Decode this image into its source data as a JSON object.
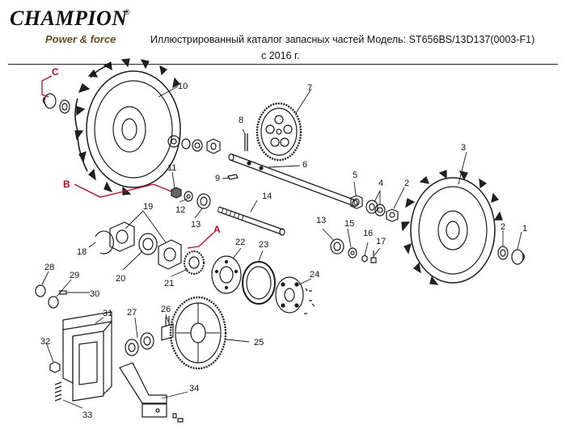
{
  "header": {
    "brand": "CHAMPION",
    "registered_mark": "®",
    "tagline": "Power & force",
    "title": "Иллюстрированный каталог запасных частей Модель: ST656BS/13D137(0003-F1)",
    "subtitle": "с 2016 г."
  },
  "callouts": {
    "a": "A",
    "b": "B",
    "c": "C"
  },
  "part_numbers": {
    "p1": "1",
    "p2a": "2",
    "p2b": "2",
    "p3": "3",
    "p4": "4",
    "p5": "5",
    "p6": "6",
    "p7": "7",
    "p8": "8",
    "p9": "9",
    "p10": "10",
    "p11": "11",
    "p12": "12",
    "p13a": "13",
    "p13b": "13",
    "p14": "14",
    "p15": "15",
    "p16": "16",
    "p17": "17",
    "p18": "18",
    "p19": "19",
    "p20": "20",
    "p21": "21",
    "p22": "22",
    "p23": "23",
    "p24": "24",
    "p25": "25",
    "p26": "26",
    "p27": "27",
    "p28": "28",
    "p29": "29",
    "p30": "30",
    "p31": "31",
    "p32": "32",
    "p33": "33",
    "p34": "34"
  },
  "colors": {
    "line": "#1a1a1a",
    "callout_red": "#d0021b",
    "tagline_brown": "#6b4a1c"
  }
}
